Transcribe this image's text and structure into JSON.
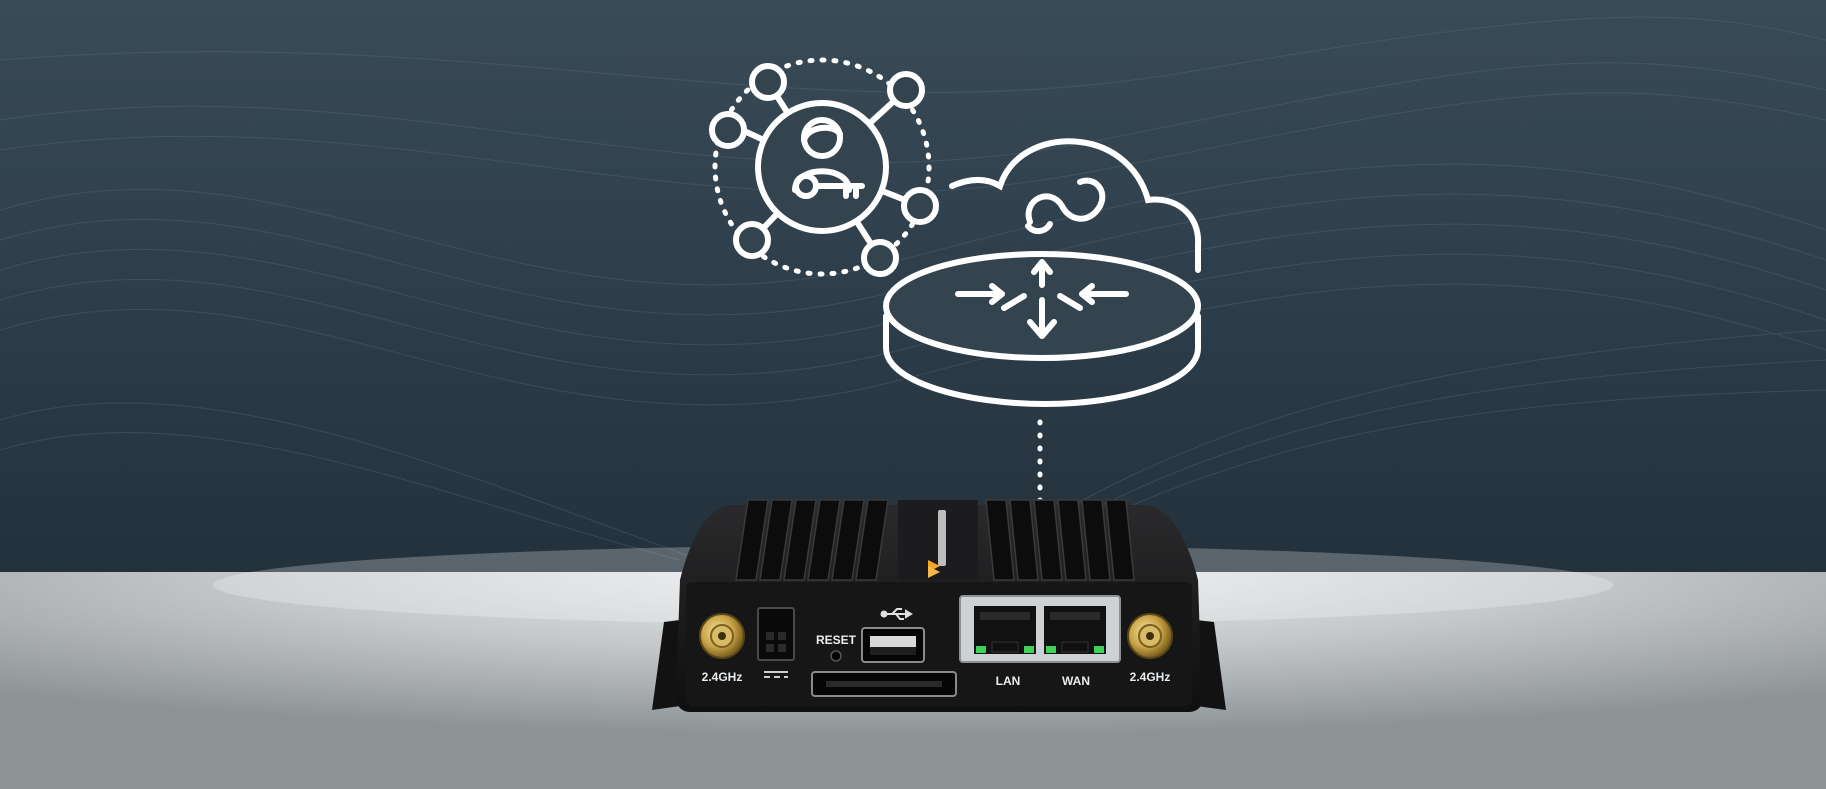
{
  "device": {
    "ports": {
      "antenna_left": "2.4GHz",
      "antenna_right": "2.4GHz",
      "reset": "RESET",
      "lan": "LAN",
      "wan": "WAN"
    }
  },
  "icons": {
    "network_hub": "network-user-key-icon",
    "cloud": "cloud-icon",
    "router": "router-icon",
    "usb": "usb-icon",
    "power": "dc-power-icon"
  },
  "colors": {
    "background_top": "#2c3d4a",
    "floor": "#c8ccce",
    "device_body": "#1b1b1c",
    "line_art": "#ffffff",
    "brand_accent": "#f5a623",
    "port_led": "#3cd25a"
  }
}
